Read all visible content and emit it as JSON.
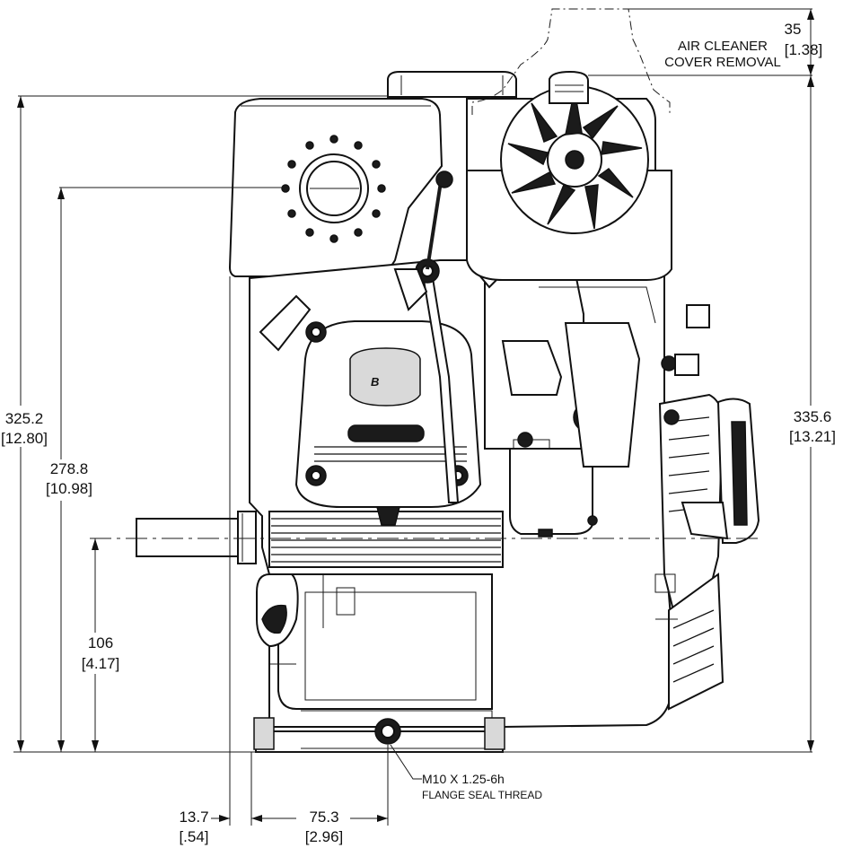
{
  "dimensions": {
    "air_cleaner_clearance": {
      "mm": "35",
      "in": "[1.38]"
    },
    "air_cleaner_note": [
      "AIR CLEANER",
      "COVER REMOVAL"
    ],
    "overall_height_cover": {
      "mm": "325.2",
      "in": "[12.80]"
    },
    "overall_height_right": {
      "mm": "335.6",
      "in": "[13.21]"
    },
    "crank_to_base_height": {
      "mm": "278.8",
      "in": "[10.98]"
    },
    "shaft_height": {
      "mm": "106",
      "in": "[4.17]"
    },
    "base_offset": {
      "mm": "13.7",
      "in": "[.54]"
    },
    "drain_offset": {
      "mm": "75.3",
      "in": "[2.96]"
    }
  },
  "drain_plug_note": [
    "M10 X 1.25-6h",
    "FLANGE SEAL THREAD"
  ],
  "colors": {
    "line": "#111111",
    "fill_dark": "#1b1b1b",
    "fill_grey": "#d9d9d9",
    "background": "#ffffff"
  }
}
